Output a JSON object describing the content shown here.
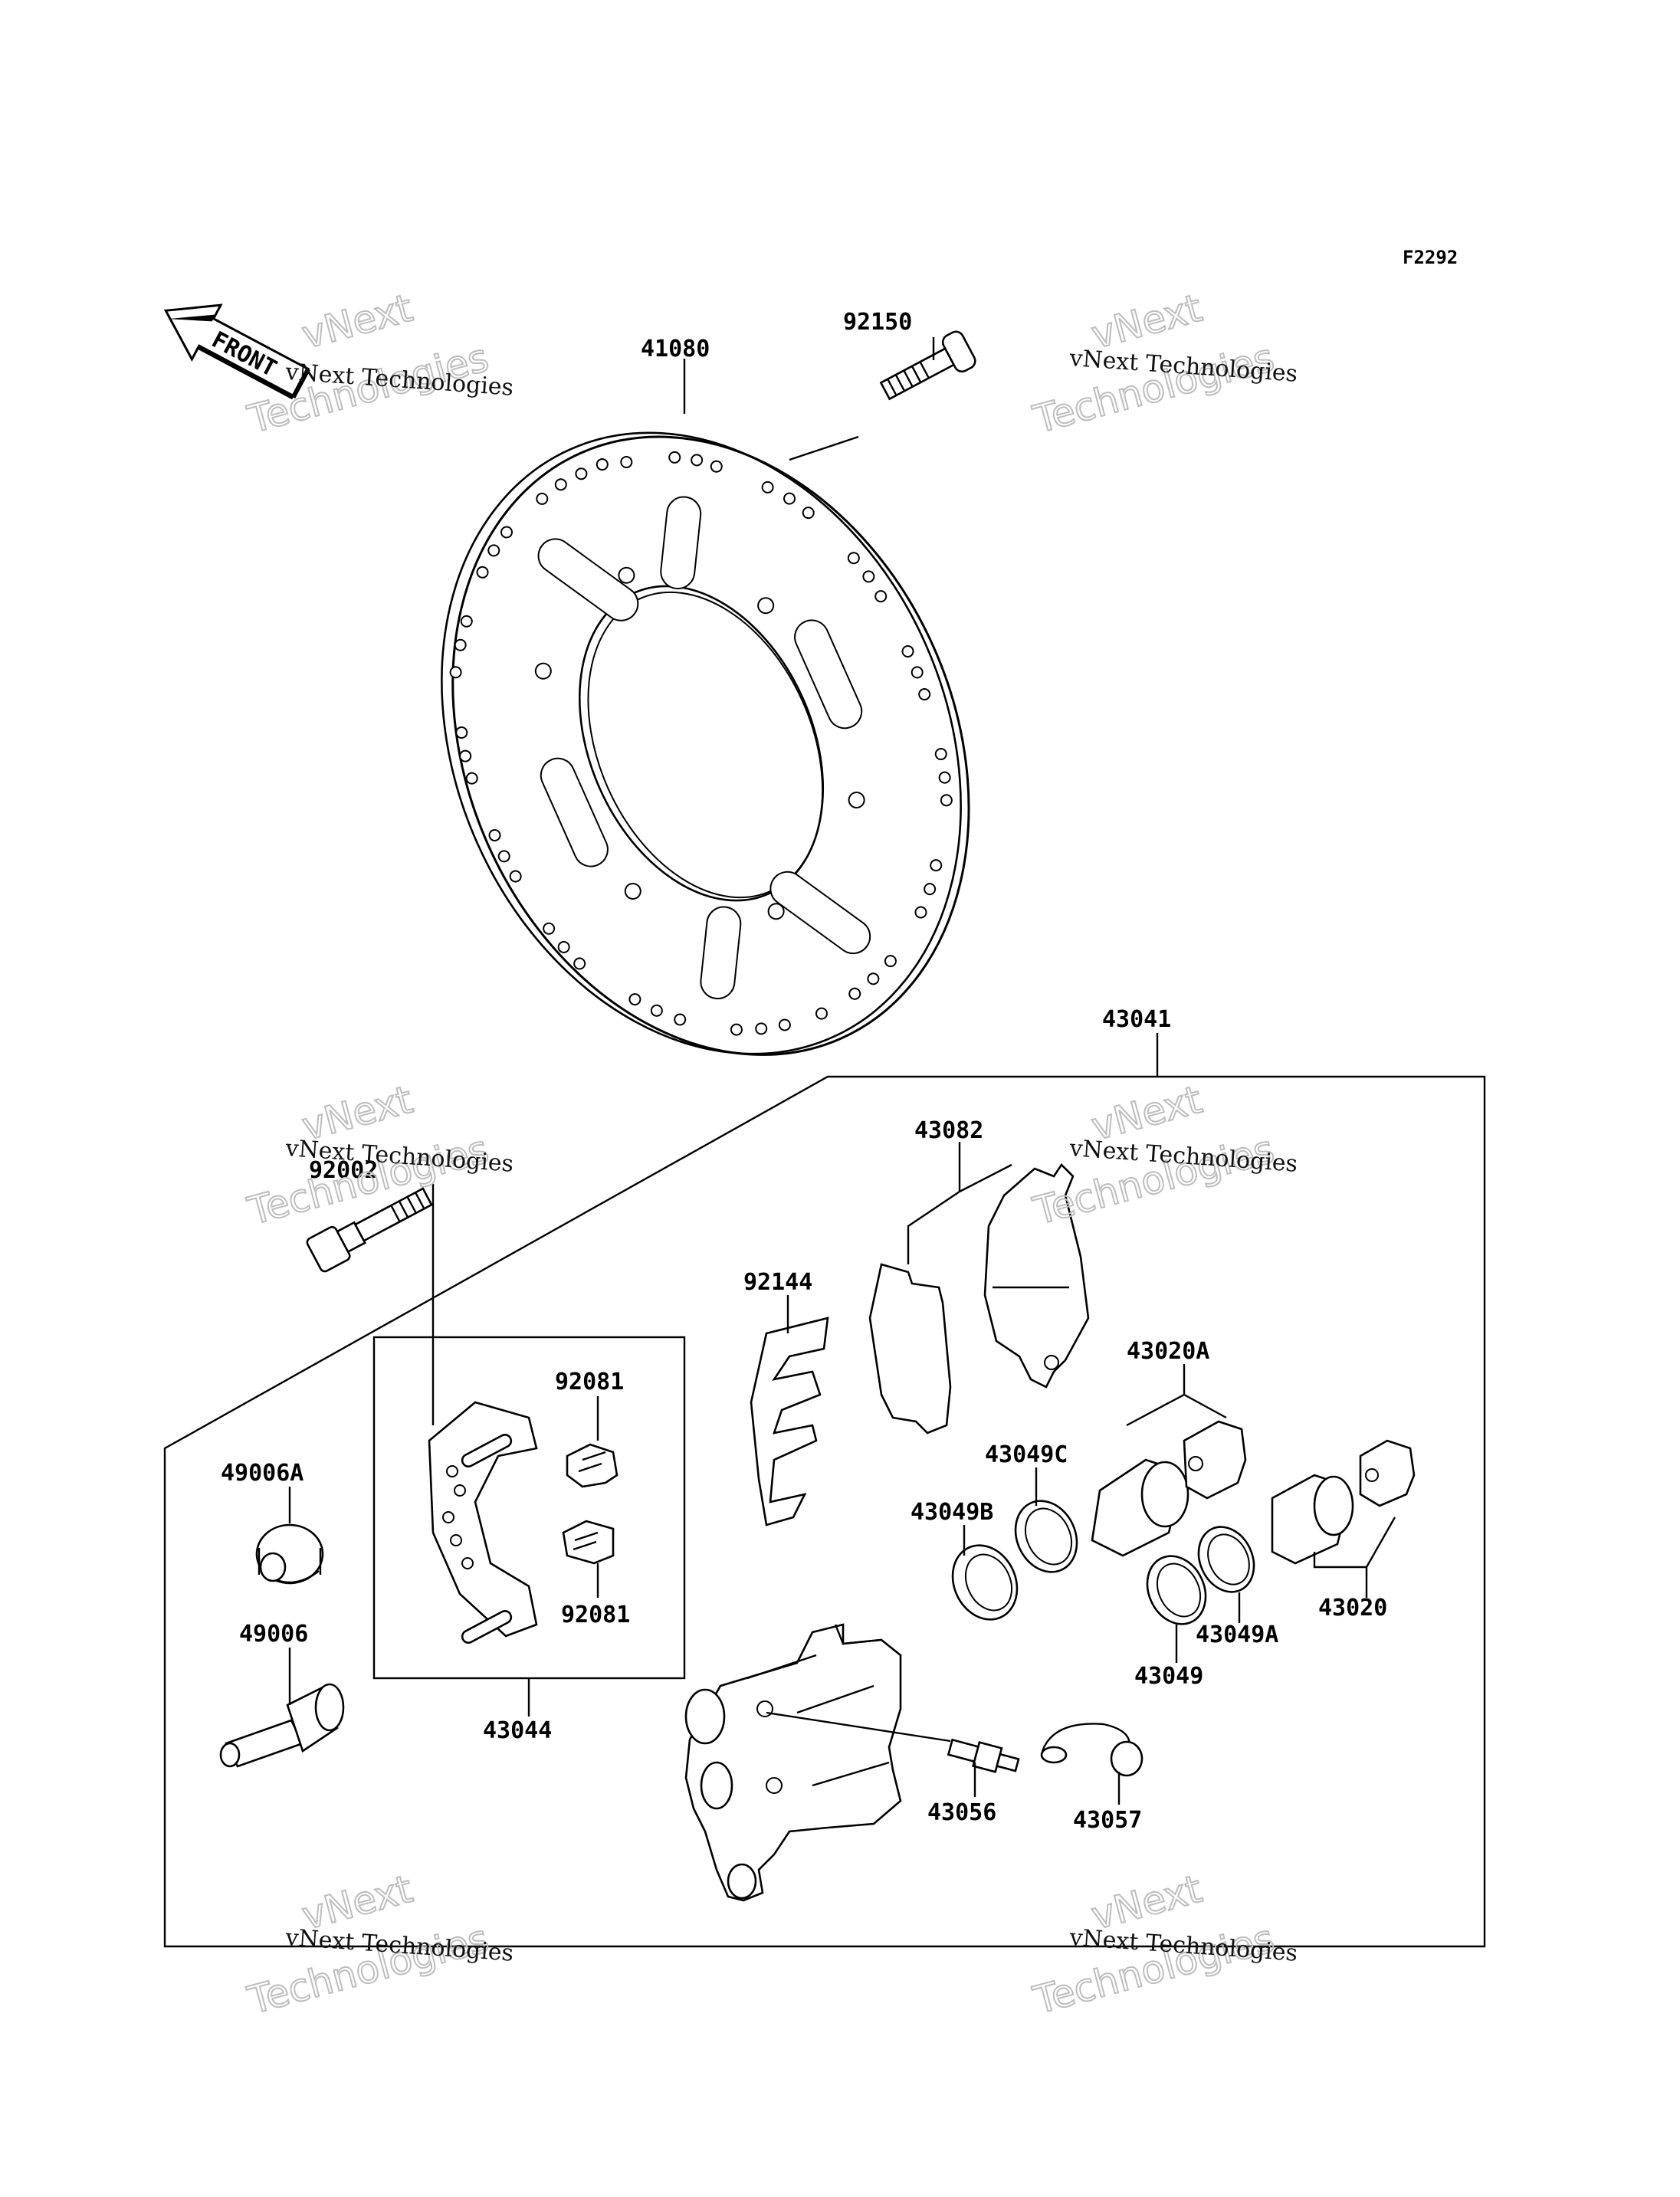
{
  "figure_code": "F2292",
  "direction_label": "FRONT",
  "watermark": {
    "line1": "vNext",
    "line2": "Technologies",
    "caption": "vNext Technologies"
  },
  "part_labels": [
    {
      "id": "41080",
      "text": "41080"
    },
    {
      "id": "92150",
      "text": "92150"
    },
    {
      "id": "43041",
      "text": "43041"
    },
    {
      "id": "43082",
      "text": "43082"
    },
    {
      "id": "92002",
      "text": "92002"
    },
    {
      "id": "92144",
      "text": "92144"
    },
    {
      "id": "92081a",
      "text": "92081"
    },
    {
      "id": "92081b",
      "text": "92081"
    },
    {
      "id": "43020A",
      "text": "43020A"
    },
    {
      "id": "43049C",
      "text": "43049C"
    },
    {
      "id": "43049B",
      "text": "43049B"
    },
    {
      "id": "49006A",
      "text": "49006A"
    },
    {
      "id": "49006",
      "text": "49006"
    },
    {
      "id": "43020",
      "text": "43020"
    },
    {
      "id": "43049A",
      "text": "43049A"
    },
    {
      "id": "43049",
      "text": "43049"
    },
    {
      "id": "43044",
      "text": "43044"
    },
    {
      "id": "43056",
      "text": "43056"
    },
    {
      "id": "43057",
      "text": "43057"
    }
  ]
}
